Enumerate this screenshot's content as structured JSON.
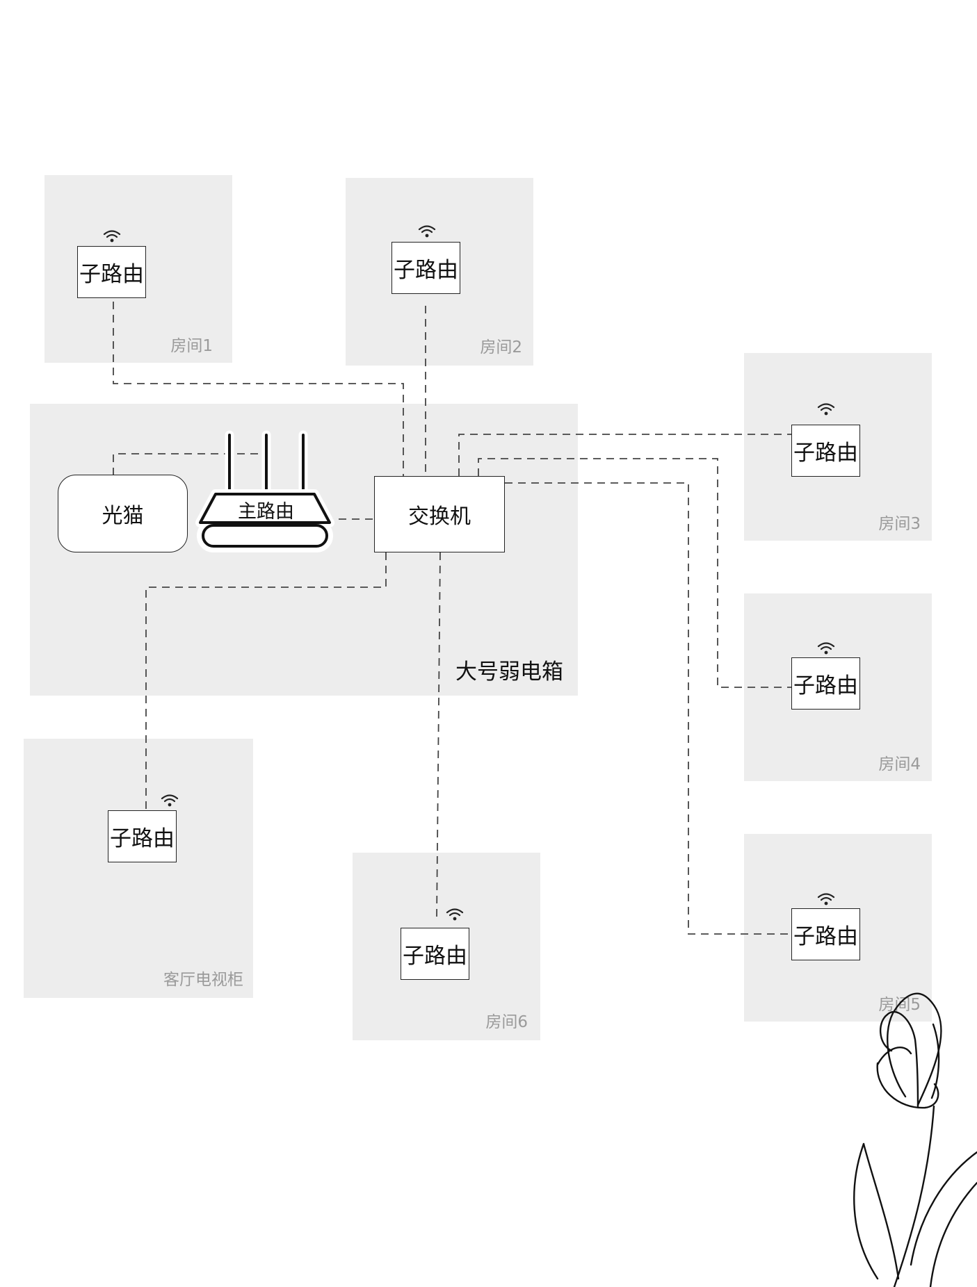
{
  "rooms": {
    "room1": "房间1",
    "room2": "房间2",
    "room3": "房间3",
    "room4": "房间4",
    "room5": "房间5",
    "room6": "房间6",
    "tv_cabinet": "客厅电视柜"
  },
  "enclosure_label": "大号弱电箱",
  "devices": {
    "modem": "光猫",
    "main_router": "主路由",
    "switch": "交换机",
    "sub_router": "子路由"
  },
  "colors": {
    "room_fill": "#ededed",
    "line": "#444444",
    "room_label": "#9a9a9a"
  },
  "icons": [
    "wifi-icon",
    "router-antenna-icon",
    "tulip-decoration-icon"
  ]
}
